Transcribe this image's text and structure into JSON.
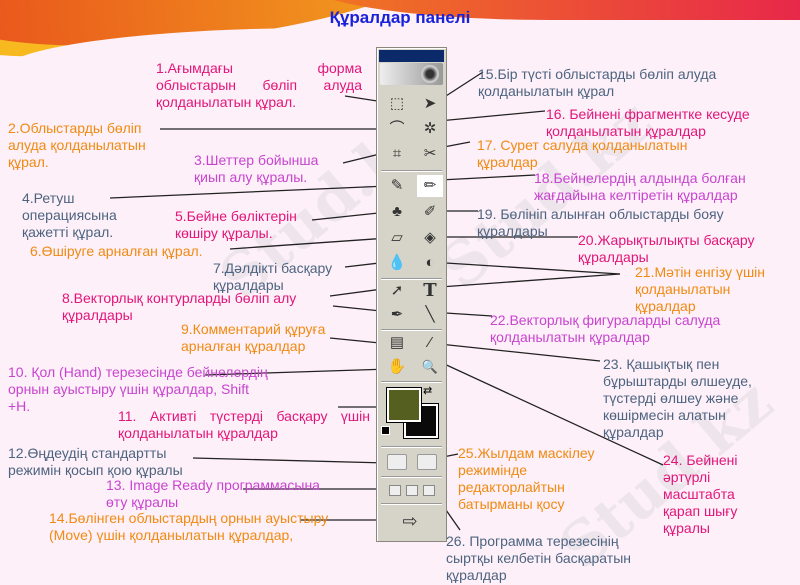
{
  "title": "Құралдар панелі",
  "watermark": "Stud.kz",
  "colors": {
    "pink": "#e2157a",
    "orange": "#f08a12",
    "violet": "#c844d0",
    "slate": "#4d6480",
    "title": "#1a22d8",
    "foreground_color": "#556020",
    "background_color": "#0a0a0a"
  },
  "labels": {
    "l1": "1.Ағымдағы форма облыстарын бөліп алуда қолданылатын құрал.",
    "l2": "2.Облыстарды бөліп алуда қолданылатын құрал.",
    "l3": "3.Шеттер бойынша қиып алу құралы.",
    "l4": "4.Ретуш операциясына қажетті құрал.",
    "l5": "5.Бейне бөліктерін көшіру құралы.",
    "l6": "6.Өшіруге арналған құрал.",
    "l7": "7.Дәлдікті басқару құралдары",
    "l8": "8.Векторлық контурларды бөліп алу құралдары",
    "l9": "9.Комментарий құруға арналған құралдар",
    "l10": "10. Қол (Hand) терезесінде бейнелердің орнын ауыстыру үшін құралдар, Shift +H.",
    "l11": "11. Активті түстерді басқару үшін қолданылатын құралдар",
    "l12": "12.Өңдеудің стандартты режимін қосып қою құралы",
    "l13": "13. Image Ready программасына өту құралы",
    "l14": "14.Бөлінген облыстардың орнын ауыстыру (Move) үшін қолданылатын құралдар,",
    "l15": "15.Бір түсті облыстарды бөліп алуда қолданылатын құрал",
    "l16": "16. Бейнені фрагментке кесуде қолданылатын құралдар",
    "l17": "17. Сурет салуда қолданылатын құралдар",
    "l18": "18.Бейнелердің алдында болған жағдайына келтіретін құралдар",
    "l19": "19. Бөлініп алынған облыстарды бояу құралдары",
    "l20": "20.Жарықтылықты басқару құралдары",
    "l21": "21.Мәтін енгізу үшін қолданылатын құралдар",
    "l22": "22.Векторлық фигураларды салуда қолданылатын құралдар",
    "l23": "23. Қашықтық пен бұрыштарды өлшеуде, түстерді өлшеу және көшірмесін алатын құралдар",
    "l24": "24. Бейнені әртүрлі масштабта қарап шығу құралы",
    "l25": "25.Жылдам маскілеу режимінде редакторлайтын батырманы қосу",
    "l26": "26. Программа терезесінің сыртқы келбетін басқаратын құралдар"
  },
  "tool_glyphs": {
    "marquee": "⬚",
    "move": "➤",
    "lasso": "⌒",
    "magic_wand": "✲",
    "crop": "⌗",
    "slice": "✂",
    "healing": "✎",
    "brush": "✏",
    "stamp": "♣",
    "history_brush": "✐",
    "eraser": "▱",
    "bucket": "◈",
    "blur": "💧",
    "dodge": "◐",
    "path_select": "➚",
    "type": "T",
    "pen": "✒",
    "line": "╲",
    "notes": "▤",
    "eyedropper": "⁄",
    "hand": "✋",
    "zoom": "🔍",
    "jump": "⇨"
  }
}
